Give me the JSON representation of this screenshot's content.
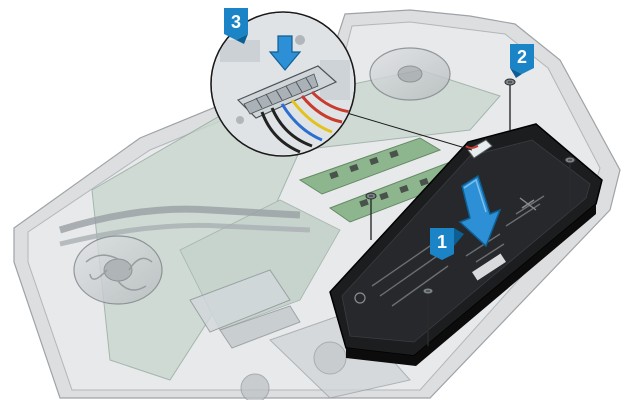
{
  "steps": [
    {
      "number": "1"
    },
    {
      "number": "2"
    },
    {
      "number": "3"
    }
  ],
  "colors": {
    "callout_blue": "#1a84c7",
    "callout_blue_dark": "#0d5f93",
    "arrow_blue": "#2d8fd5",
    "battery_black": "#1c1d1f",
    "chassis_gray": "#c9ccce",
    "board_green": "#8fb8a0",
    "ram_green": "#6e9f6e"
  },
  "icons": [
    "screw-icon",
    "down-arrow-icon",
    "battery-connector-icon"
  ]
}
